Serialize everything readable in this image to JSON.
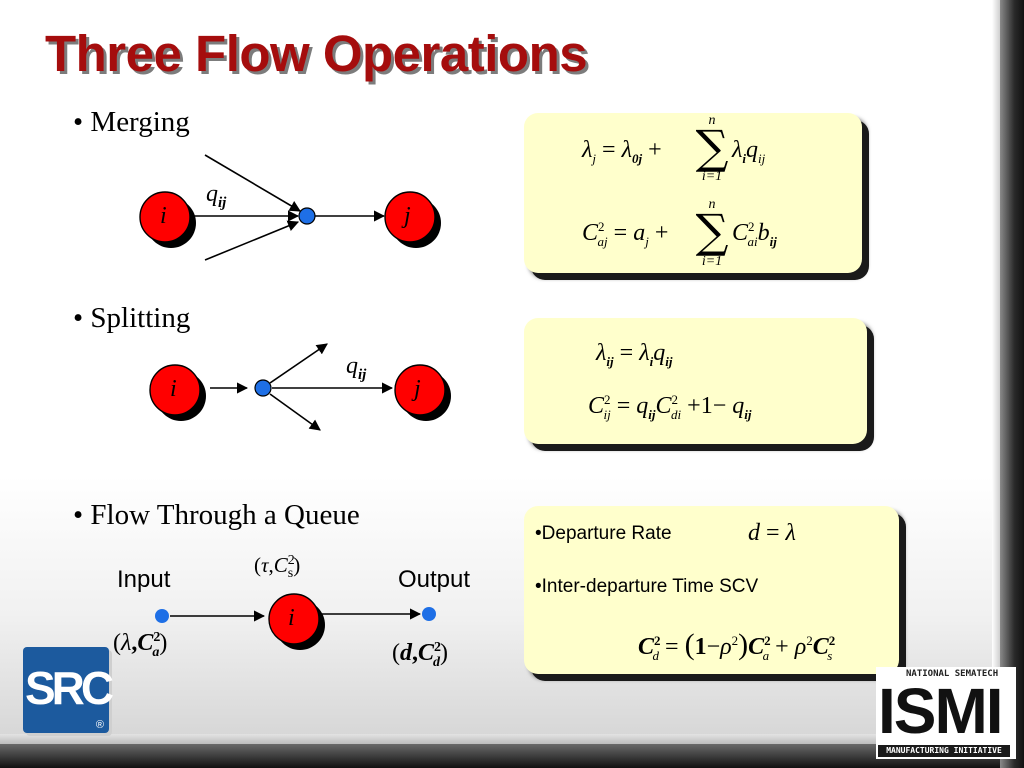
{
  "title": "Three Flow Operations",
  "colors": {
    "title": "#a50d0d",
    "node_fill": "#ff0000",
    "junction_fill": "#1e6fe6",
    "panel_fill": "#ffffcc",
    "logo_src": "#1c5a9e"
  },
  "sections": {
    "merging": {
      "bullet": "• Merging",
      "node_from": "i",
      "node_to": "j",
      "flow_var": "q",
      "flow_sub": "ij",
      "eq1": {
        "lhs": "λ",
        "lhs_sub": "j",
        "eq": "=",
        "term1": "λ",
        "term1_sub": "0j",
        "plus": "+",
        "sum_upper": "n",
        "sum_lower": "i=1",
        "term2a": "λ",
        "term2a_sub": "i",
        "term2b": "q",
        "term2b_sub": "ij"
      },
      "eq2": {
        "lhs": "C",
        "lhs_sup": "2",
        "lhs_sub": "aj",
        "eq": "=",
        "term1": "a",
        "term1_sub": "j",
        "plus": "+",
        "sum_upper": "n",
        "sum_lower": "i=1",
        "term2a": "C",
        "term2a_sup": "2",
        "term2a_sub": "ai",
        "term2b": "b",
        "term2b_sub": "ij"
      }
    },
    "splitting": {
      "bullet": "• Splitting",
      "node_from": "i",
      "node_to": "j",
      "flow_var": "q",
      "flow_sub": "ij",
      "eq1": {
        "lhs": "λ",
        "lhs_sub": "ij",
        "eq": "=",
        "r1": "λ",
        "r1_sub": "i",
        "r2": "q",
        "r2_sub": "ij"
      },
      "eq2": {
        "lhs": "C",
        "lhs_sup": "2",
        "lhs_sub": "ij",
        "eq": "=",
        "r1": "q",
        "r1_sub": "ij",
        "r2": "C",
        "r2_sup": "2",
        "r2_sub": "di",
        "plus": "+",
        "one": "1",
        "minus": "−",
        "r3": "q",
        "r3_sub": "ij"
      }
    },
    "queue": {
      "bullet": "• Flow Through a Queue",
      "input_label": "Input",
      "output_label": "Output",
      "node": "i",
      "service_params": {
        "open": "(",
        "tau": "τ",
        "comma": ",",
        "C": "C",
        "C_sup": "2",
        "C_sub": "s",
        "close": ")"
      },
      "input_params": {
        "open": "(",
        "lambda": "λ",
        "comma": ",",
        "C": "C",
        "C_sup": "2",
        "C_sub": "a",
        "close": ")"
      },
      "output_params": {
        "open": "(",
        "d": "d",
        "comma": ",",
        "C": "C",
        "C_sup": "2",
        "C_sub": "d",
        "close": ")"
      },
      "departure_rate_label": "•Departure Rate",
      "departure_eq": {
        "d": "d",
        "eq": "=",
        "lambda": "λ"
      },
      "scv_label": "•Inter-departure Time SCV",
      "scv_eq": {
        "lhs": "C",
        "lhs_sup": "2",
        "lhs_sub": "d",
        "eq": "=",
        "open": "(",
        "one": "1",
        "minus": "−",
        "rho": "ρ",
        "rho_sup": "2",
        "close": ")",
        "ca": "C",
        "ca_sup": "2",
        "ca_sub": "a",
        "plus": "+",
        "rho2": "ρ",
        "rho2_sup": "2",
        "cs": "C",
        "cs_sup": "2",
        "cs_sub": "s"
      }
    }
  },
  "logos": {
    "src": {
      "text": "SRC",
      "reg": "®"
    },
    "ismi": {
      "top": "NATIONAL SEMATECH",
      "main": "ISMI",
      "bottom": "MANUFACTURING INITIATIVE"
    }
  }
}
